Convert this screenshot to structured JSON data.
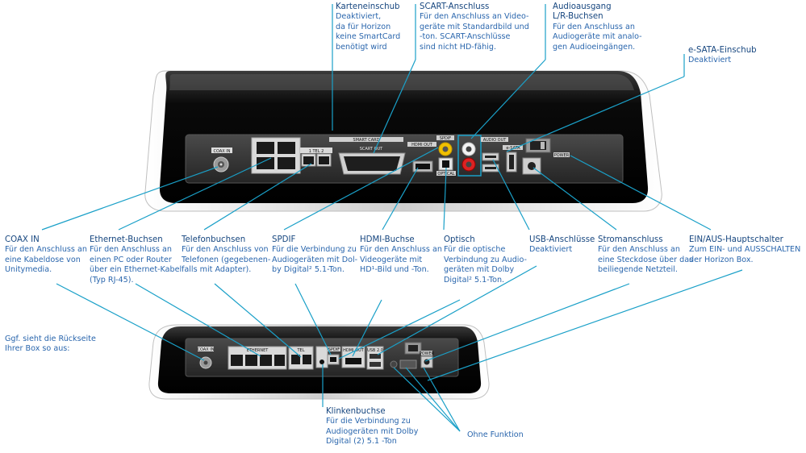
{
  "labels": {
    "kartenschub": {
      "title": "Karteneinschub",
      "lines": [
        "Deaktiviert,",
        "da für Horizon",
        "keine SmartCard",
        "benötigt wird"
      ]
    },
    "scart": {
      "title": "SCART-Anschluss",
      "lines": [
        "Für den Anschluss an Video-",
        "geräte mit Standardbild und",
        "-ton. SCART-Anschlüsse",
        "sind nicht HD-fähig."
      ]
    },
    "audioausgang": {
      "title_lines": [
        "Audioausgang",
        "L/R-Buchsen"
      ],
      "lines": [
        "Für den Anschluss an",
        "Audiogeräte mit analo-",
        "gen Audioeingängen."
      ]
    },
    "esata": {
      "title": "e-SATA-Einschub",
      "lines": [
        "Deaktiviert"
      ]
    },
    "coax": {
      "title": "COAX IN",
      "lines": [
        "Für den Anschluss an",
        "eine Kabeldose von",
        "Unitymedia."
      ]
    },
    "ethernet": {
      "title": "Ethernet-Buchsen",
      "lines": [
        "Für den Anschluss an",
        "einen PC oder Router",
        "über ein Ethernet-Kabel",
        "(Typ RJ-45)."
      ]
    },
    "telefon": {
      "title": "Telefonbuchsen",
      "lines": [
        "Für den Anschluss von",
        "Telefonen (gegebenen-",
        "falls mit Adapter)."
      ]
    },
    "spdif": {
      "title": "SPDIF",
      "lines": [
        "Für die Verbindung zu",
        "Audiogeräten mit Dol-",
        "by Digital² 5.1-Ton."
      ]
    },
    "hdmi": {
      "title": "HDMI-Buchse",
      "lines": [
        "Für den Anschluss an",
        "Videogeräte mit",
        "HD¹-Bild und -Ton."
      ]
    },
    "optisch": {
      "title": "Optisch",
      "lines": [
        "Für die optische",
        "Verbindung zu Audio-",
        "geräten mit Dolby",
        "Digital² 5.1-Ton."
      ]
    },
    "usb": {
      "title": "USB-Anschlüsse",
      "lines": [
        "Deaktiviert"
      ]
    },
    "strom": {
      "title": "Stromanschluss",
      "lines": [
        "Für den Anschluss an",
        "eine Steckdose über das",
        "beiliegende Netzteil."
      ]
    },
    "einaus": {
      "title": "EIN/AUS-Hauptschalter",
      "line1": "Zum EIN- und AUSSCHALTEN",
      "line2": "der Horizon Box."
    },
    "alt_note": {
      "lines": [
        "Ggf. sieht die Rückseite",
        "Ihrer Box so aus:"
      ]
    },
    "klinken": {
      "title": "Klinkenbuchse",
      "lines": [
        "Für die Verbindung zu",
        "Audiogeräten mit Dolby",
        "Digital (2) 5.1 -Ton"
      ]
    },
    "ohne": {
      "title": "Ohne Funktion"
    }
  },
  "device_text": {
    "coax_in": "COAX IN",
    "smart_card": "SMART CARD",
    "tel": "1  TEL  2",
    "scart_out": "SCART OUT",
    "spdif": "SPDIF",
    "hdmi_out": "HDMI OUT",
    "optical": "OPTICAL",
    "audio_out": "AUDIO OUT",
    "esata": "e-SATA",
    "power": "POWER",
    "ethernet": "ETHERNET",
    "tel2": "TEL",
    "usb": "USB 2.0"
  },
  "colors": {
    "label_text": "#2a66ad",
    "leader_line": "#1aa0c8",
    "device_body": "#0d0d0d",
    "panel": "#2b2b2b"
  }
}
